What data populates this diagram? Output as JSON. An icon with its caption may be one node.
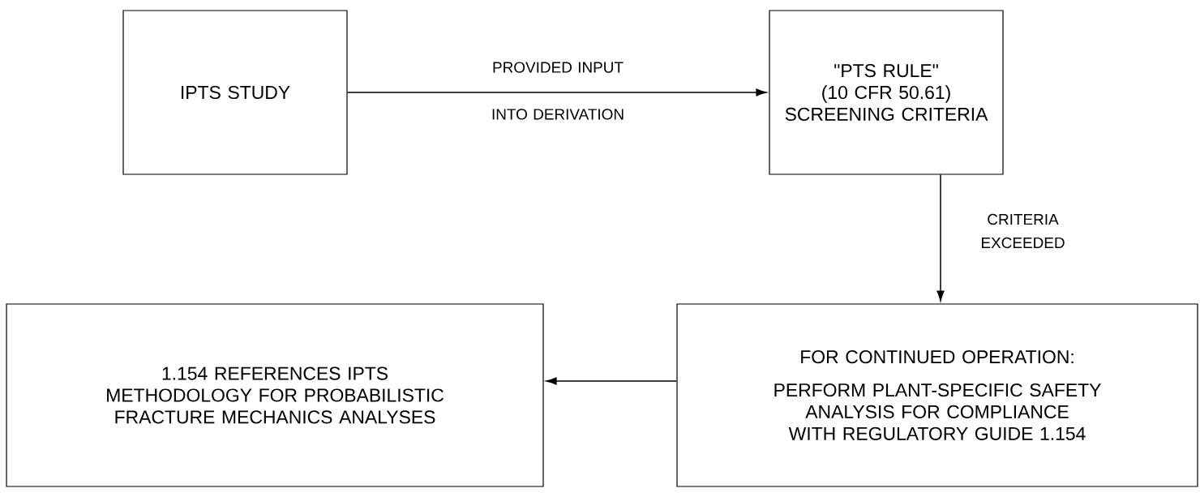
{
  "diagram": {
    "nodes": [
      {
        "text": [
          "IPTS STUDY"
        ]
      },
      {
        "text": [
          "\"PTS RULE\" (10 CFR 50.61) SCREENING CRITERIA"
        ]
      },
      {
        "text": [
          "FOR CONTINUED OPERATION:",
          "PERFORM PLANT-SPECIFIC SAFETY ANALYSIS FOR COMPLIANCE WITH REGULATORY GUIDE 1.154"
        ]
      },
      {
        "text": [
          "1.154 REFERENCES IPTS METHODOLOGY FOR PROBABILISTIC FRACTURE MECHANICS ANALYSES"
        ]
      }
    ],
    "edges": [
      {
        "from": 0,
        "to": 1,
        "arrow": "to",
        "label": "PROVIDED INPUT INTO DERIVATION"
      },
      {
        "from": 1,
        "to": 2,
        "arrow": "to",
        "label": "CRITERIA EXCEEDED"
      },
      {
        "from": 2,
        "to": 3,
        "arrow": "to"
      }
    ]
  }
}
